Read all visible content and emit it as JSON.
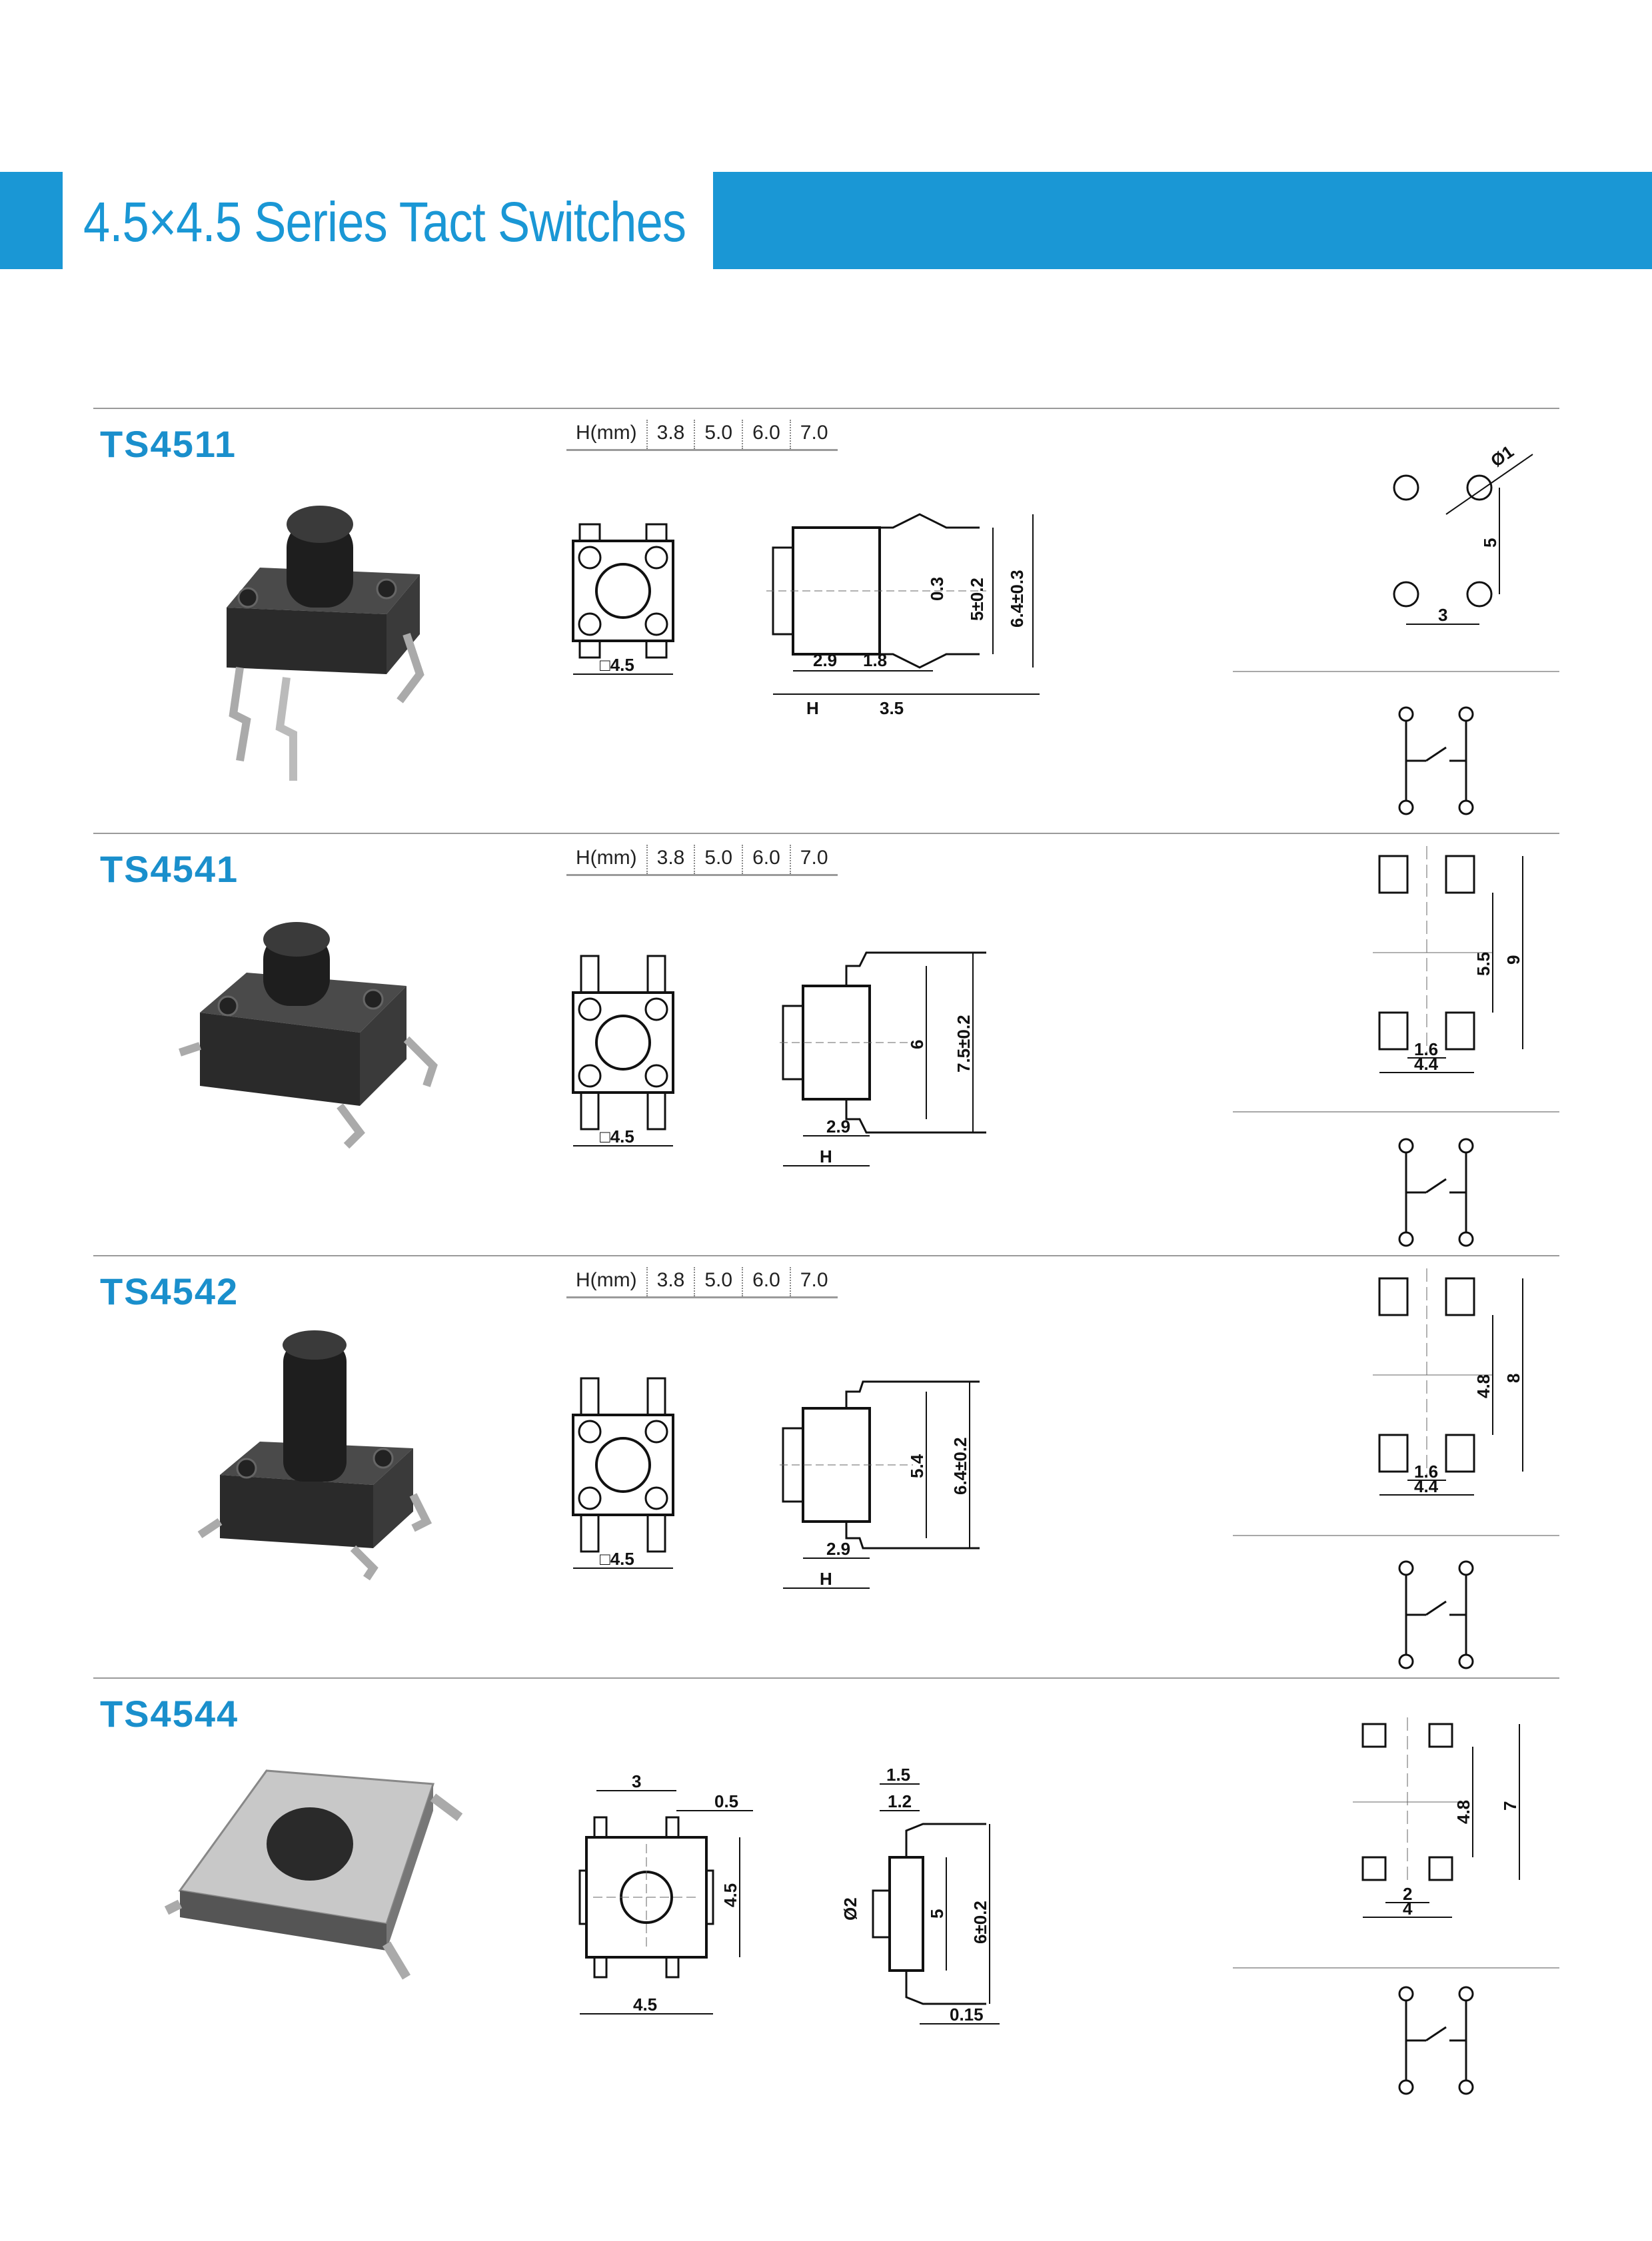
{
  "header": {
    "title": "4.5×4.5 Series Tact Switches"
  },
  "h_table": {
    "label": "H(mm)",
    "values": [
      "3.8",
      "5.0",
      "6.0",
      "7.0"
    ]
  },
  "sections": [
    {
      "model": "TS4511",
      "front": {
        "size": "□4.5"
      },
      "side": {
        "d1": "2.9",
        "d2": "1.8",
        "d3": "H",
        "d4": "3.5",
        "v1": "0.3",
        "v2": "5±0.2",
        "v3": "6.4±0.3"
      },
      "pcb": {
        "dia": "Ø1",
        "spacing_h": "3",
        "spacing_v": "5"
      }
    },
    {
      "model": "TS4541",
      "front": {
        "size": "□4.5"
      },
      "side": {
        "d1": "2.9",
        "d3": "H",
        "v2": "6",
        "v3": "7.5±0.2"
      },
      "pcb": {
        "inner_v": "5.5",
        "outer_v": "9",
        "inner_h": "1.6",
        "outer_h": "4.4"
      }
    },
    {
      "model": "TS4542",
      "front": {
        "size": "□4.5"
      },
      "side": {
        "d1": "2.9",
        "d3": "H",
        "v2": "5.4",
        "v3": "6.4±0.2"
      },
      "pcb": {
        "inner_v": "4.8",
        "outer_v": "8",
        "inner_h": "1.6",
        "outer_h": "4.4"
      }
    },
    {
      "model": "TS4544",
      "front": {
        "top_a": "3",
        "top_b": "0.5",
        "right_v": "4.5",
        "bottom": "4.5"
      },
      "side": {
        "t1": "1.5",
        "t2": "1.2",
        "dia": "Ø2",
        "v1": "5",
        "v2": "6±0.2",
        "b1": "0.15"
      },
      "pcb": {
        "inner_v": "4.8",
        "outer_v": "7",
        "inner_h": "2",
        "outer_h": "4"
      }
    }
  ]
}
